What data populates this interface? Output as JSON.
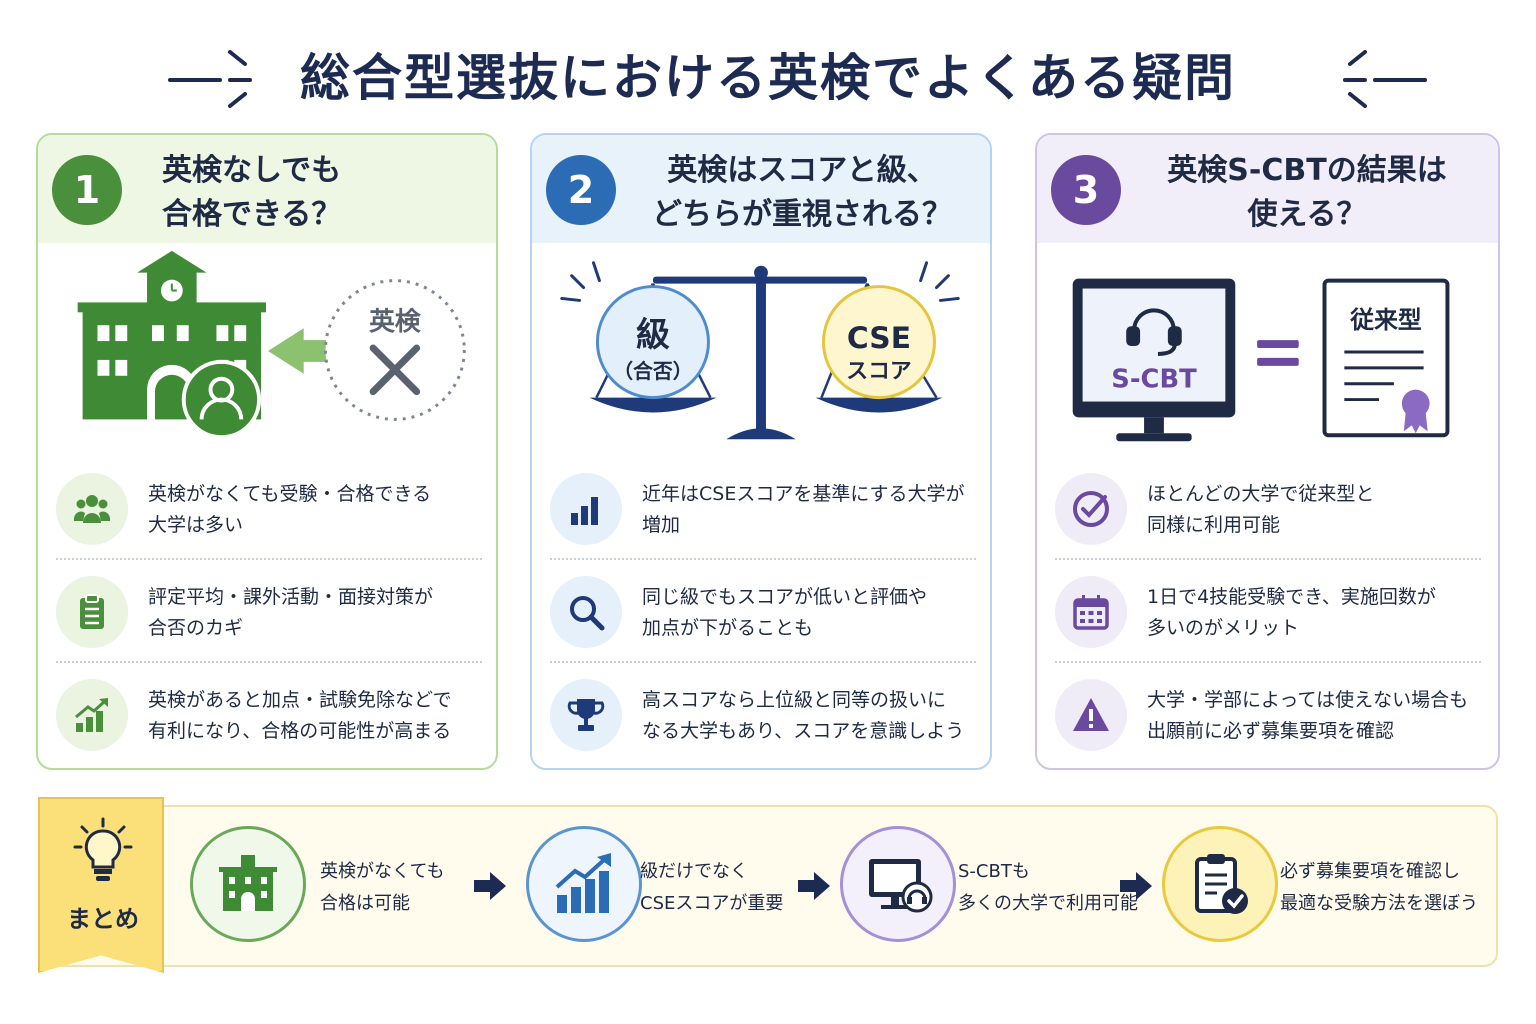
{
  "title": "総合型選抜における英検でよくある疑問",
  "colors": {
    "navy": "#1d2b52",
    "green": "#4a8f3c",
    "blue": "#2b6cb4",
    "purple": "#6a4a9e",
    "yellow": "#fbe07a"
  },
  "cards": [
    {
      "number": "1",
      "question_lines": [
        "英検なしでも",
        "合格できる？"
      ],
      "illustration": {
        "badge_text": "英検"
      },
      "items": [
        {
          "icon": "group-icon",
          "lines": [
            "英検がなくても受験・合格できる",
            "大学は多い"
          ]
        },
        {
          "icon": "clipboard-icon",
          "lines": [
            "評定平均・課外活動・面接対策が",
            "合否のカギ"
          ]
        },
        {
          "icon": "growth-chart-icon",
          "lines": [
            "英検があると加点・試験免除などで",
            "有利になり、合格の可能性が高まる"
          ]
        }
      ]
    },
    {
      "number": "2",
      "question_lines": [
        "英検はスコアと級、",
        "どちらが重視される？"
      ],
      "illustration": {
        "left_pan": "級",
        "left_pan_sub": "（合否）",
        "right_pan": "CSE",
        "right_pan_sub": "スコア"
      },
      "items": [
        {
          "icon": "bar-chart-icon",
          "lines": [
            "近年はCSEスコアを基準にする大学が",
            "増加"
          ]
        },
        {
          "icon": "magnifier-icon",
          "lines": [
            "同じ級でもスコアが低いと評価や",
            "加点が下がることも"
          ]
        },
        {
          "icon": "trophy-icon",
          "lines": [
            "高スコアなら上位級と同等の扱いに",
            "なる大学もあり、スコアを意識しよう"
          ]
        }
      ]
    },
    {
      "number": "3",
      "question_lines": [
        "英検S-CBTの結果は",
        "使える？"
      ],
      "illustration": {
        "monitor_text": "S-CBT",
        "doc_text": "従来型"
      },
      "items": [
        {
          "icon": "check-circle-icon",
          "lines": [
            "ほとんどの大学で従来型と",
            "同様に利用可能"
          ]
        },
        {
          "icon": "calendar-icon",
          "lines": [
            "1日で4技能受験でき、実施回数が",
            "多いのがメリット"
          ]
        },
        {
          "icon": "warning-icon",
          "lines": [
            "大学・学部によっては使えない場合も",
            "出願前に必ず募集要項を確認"
          ]
        }
      ]
    }
  ],
  "summary": {
    "label": "まとめ",
    "steps": [
      {
        "icon": "school-icon",
        "lines": [
          "英検がなくても",
          "合格は可能"
        ]
      },
      {
        "icon": "growth-chart-icon",
        "lines": [
          "級だけでなく",
          "CSEスコアが重要"
        ]
      },
      {
        "icon": "monitor-headset-icon",
        "lines": [
          "S-CBTも",
          "多くの大学で利用可能"
        ]
      },
      {
        "icon": "clipboard-check-icon",
        "lines": [
          "必ず募集要項を確認し",
          "最適な受験方法を選ぼう"
        ]
      }
    ]
  }
}
